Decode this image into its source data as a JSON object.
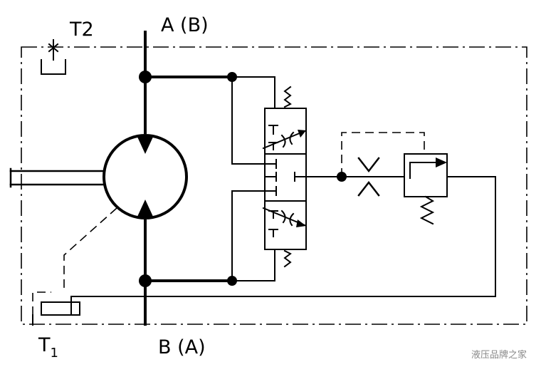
{
  "labels": {
    "port_top": "A (B)",
    "port_bottom": "B (A)",
    "tank_top": "T2",
    "tank_bottom_main": "T",
    "tank_bottom_sub": "1"
  },
  "watermark": "液压品牌之家",
  "colors": {
    "line": "#000000",
    "background": "#ffffff",
    "watermark": "#888888"
  }
}
